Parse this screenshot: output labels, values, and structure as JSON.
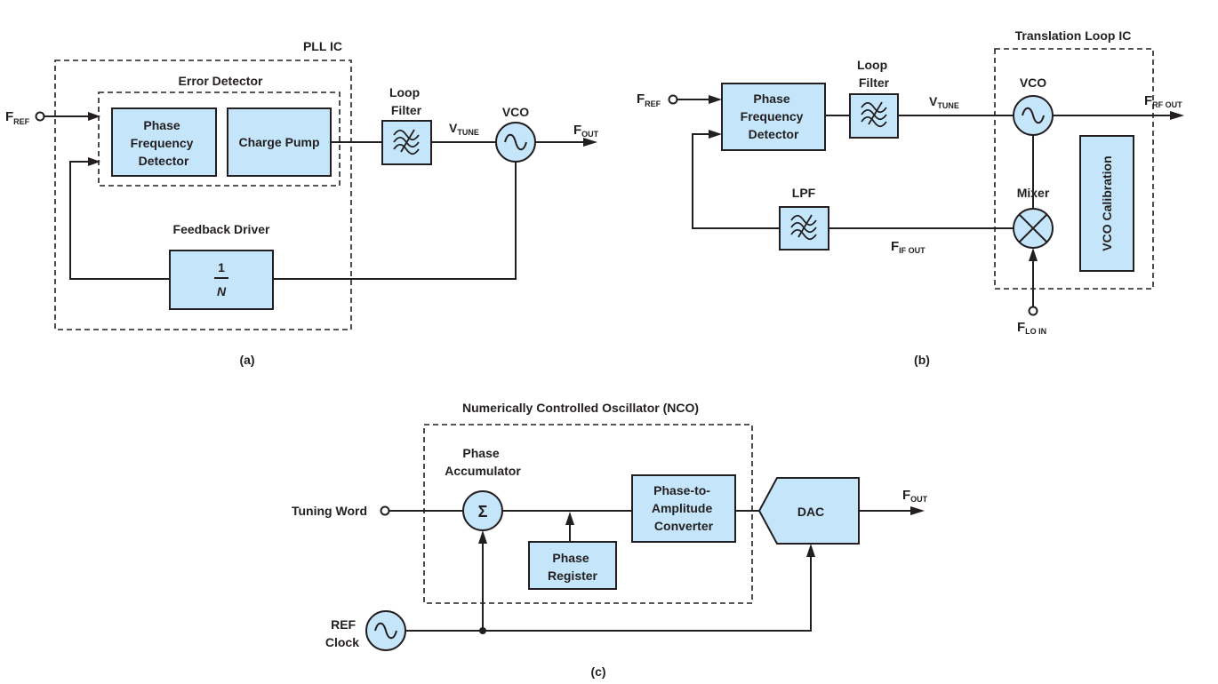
{
  "panel_a": {
    "container": "PLL IC",
    "error_detector": "Error Detector",
    "pfd": [
      "Phase",
      "Frequency",
      "Detector"
    ],
    "charge_pump": "Charge Pump",
    "loop_filter": [
      "Loop",
      "Filter"
    ],
    "vtune_main": "V",
    "vtune_sub": "TUNE",
    "vco": "VCO",
    "fref_main": "F",
    "fref_sub": "REF",
    "fout_main": "F",
    "fout_sub": "OUT",
    "feedback_driver": "Feedback Driver",
    "divider_num": "1",
    "divider_den": "N",
    "caption": "(a)"
  },
  "panel_b": {
    "container": "Translation Loop IC",
    "fref_main": "F",
    "fref_sub": "REF",
    "pfd": [
      "Phase",
      "Frequency",
      "Detector"
    ],
    "loop_filter": [
      "Loop",
      "Filter"
    ],
    "vtune_main": "V",
    "vtune_sub": "TUNE",
    "vco": "VCO",
    "frf_main": "F",
    "frf_sub": "RF OUT",
    "mixer": "Mixer",
    "lpf": "LPF",
    "fif_main": "F",
    "fif_sub": "IF OUT",
    "vco_cal": "VCO Calibration",
    "flo_main": "F",
    "flo_sub": "LO IN",
    "caption": "(b)"
  },
  "panel_c": {
    "container": "Numerically Controlled Oscillator (NCO)",
    "phase_accumulator": [
      "Phase",
      "Accumulator"
    ],
    "sigma": "Σ",
    "tuning_word": "Tuning Word",
    "phase_register": [
      "Phase",
      "Register"
    ],
    "p2a": [
      "Phase-to-",
      "Amplitude",
      "Converter"
    ],
    "dac": "DAC",
    "fout_main": "F",
    "fout_sub": "OUT",
    "ref_clock": [
      "REF",
      "Clock"
    ],
    "caption": "(c)"
  },
  "colors": {
    "block_fill": "#c5e6fa",
    "line": "#231f20"
  },
  "icons": [
    "filter-icon",
    "oscillator-icon",
    "mixer-icon",
    "summing-junction-icon"
  ]
}
